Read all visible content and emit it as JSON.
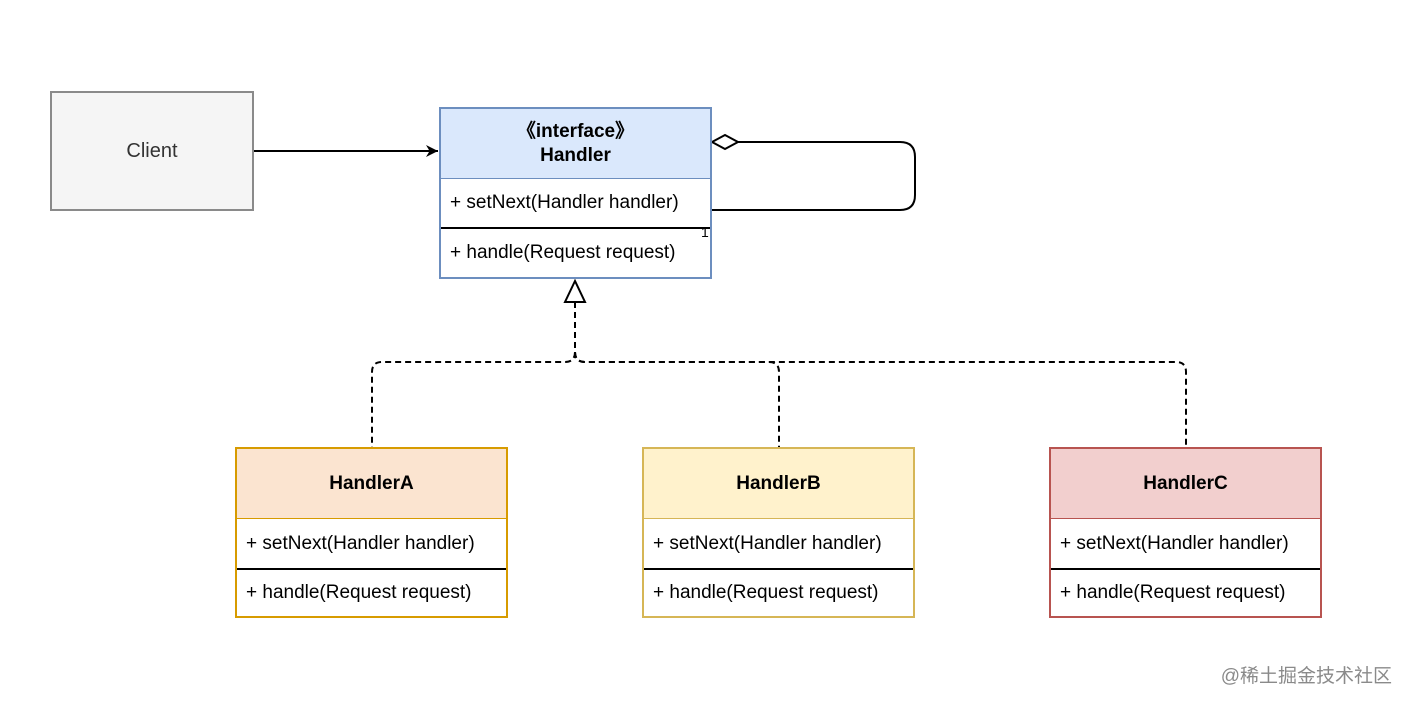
{
  "client": {
    "label": "Client"
  },
  "handler": {
    "stereotype": "《interface》",
    "name": "Handler",
    "methods": [
      "+ setNext(Handler handler)",
      "+ handle(Request request)"
    ],
    "fill": "#dae8fc",
    "stroke": "#6c8ebf"
  },
  "aggregation": {
    "multiplicity": "1"
  },
  "subclasses": [
    {
      "name": "HandlerA",
      "methods": [
        "+ setNext(Handler handler)",
        "+ handle(Request request)"
      ],
      "fill": "#fbe4d0",
      "stroke": "#d79b00"
    },
    {
      "name": "HandlerB",
      "methods": [
        "+ setNext(Handler handler)",
        "+ handle(Request request)"
      ],
      "fill": "#fff2cc",
      "stroke": "#d6b656"
    },
    {
      "name": "HandlerC",
      "methods": [
        "+ setNext(Handler handler)",
        "+ handle(Request request)"
      ],
      "fill": "#f2cfce",
      "stroke": "#b85450"
    }
  ],
  "watermark": "@稀土掘金技术社区"
}
